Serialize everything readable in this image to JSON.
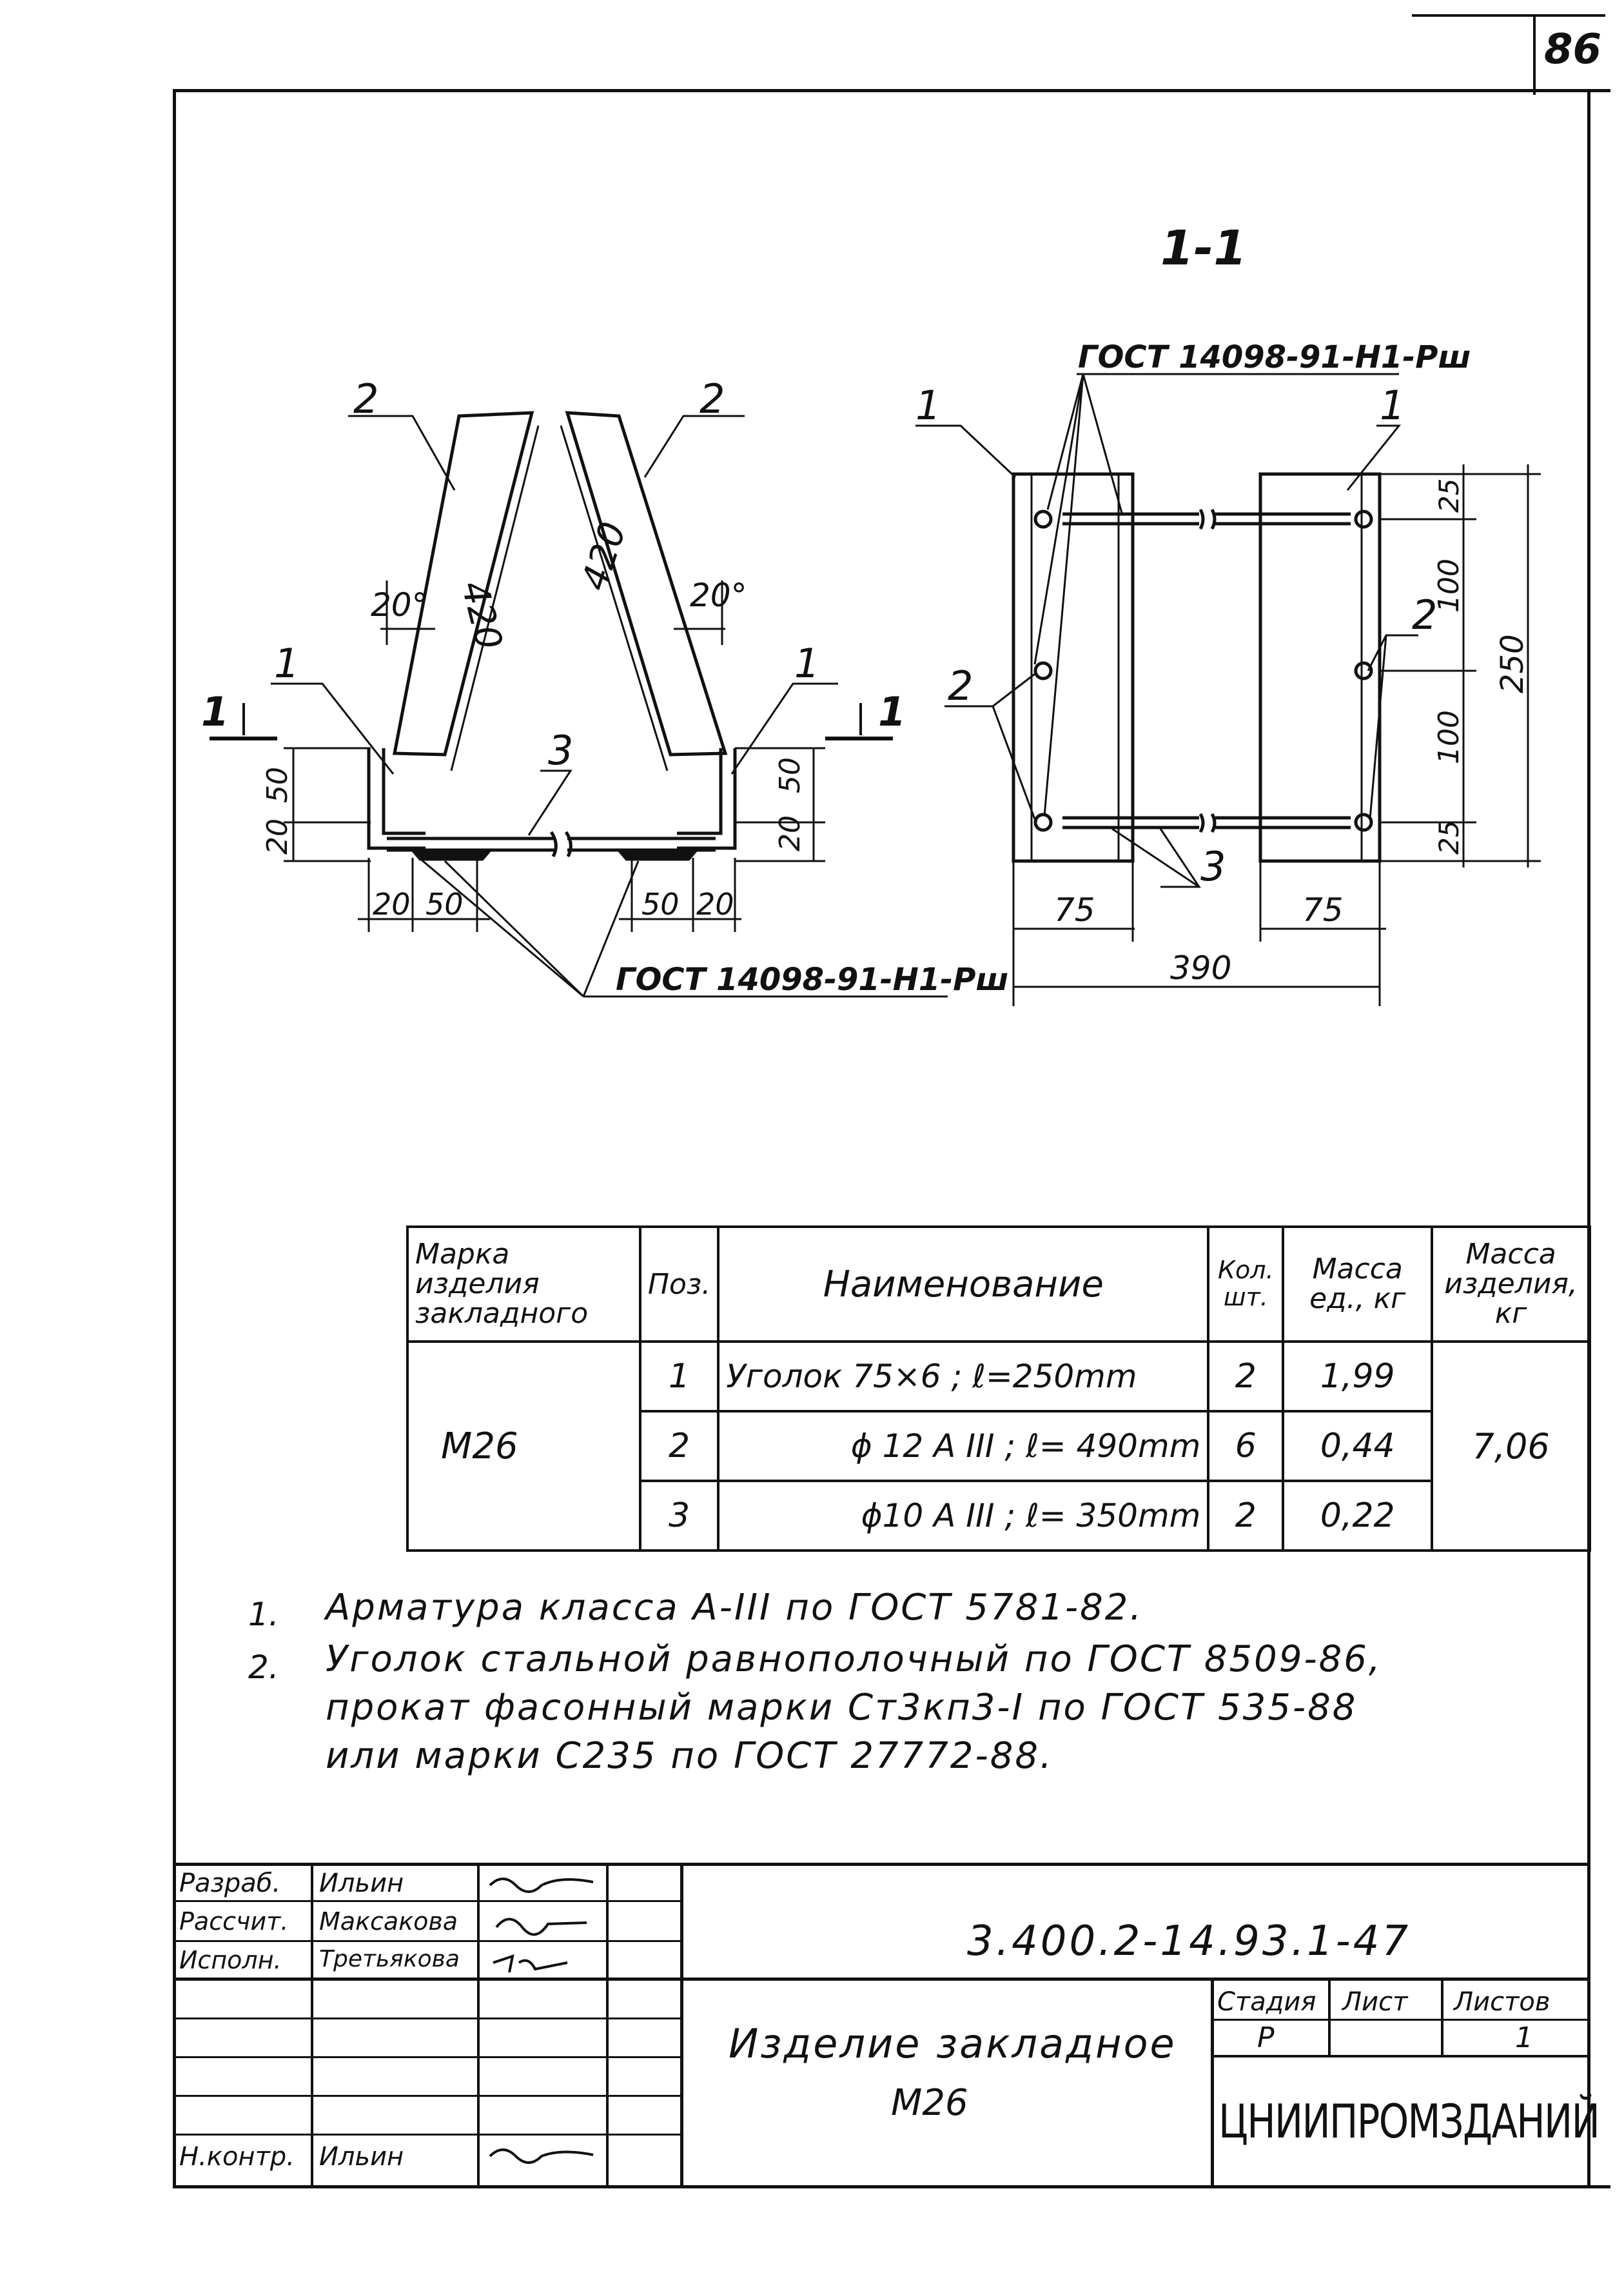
{
  "sheet": {
    "page_number": "86",
    "section_label": "1-1"
  },
  "drawing": {
    "left_view": {
      "pos_2_left": "2",
      "pos_2_right": "2",
      "pos_1_left": "1",
      "pos_1_right": "1",
      "pos_3": "3",
      "angle_left": "20°",
      "angle_right": "20°",
      "len_left": "420",
      "len_right": "420",
      "dim_50_left": "50",
      "dim_20_left": "20",
      "dim_50_right": "50",
      "dim_20_right": "20",
      "bottom_20_left": "20",
      "bottom_50_left": "50",
      "bottom_50_right": "50",
      "bottom_20_right": "20",
      "section_mark_left": "1",
      "section_mark_right": "1",
      "gost_label": "ГОСТ 14098-91-Н1-Рш"
    },
    "right_view": {
      "gost_label": "ГОСТ 14098-91-Н1-Рш",
      "pos_1_left": "1",
      "pos_1_right": "1",
      "pos_2_left": "2",
      "pos_2_right": "2",
      "pos_3": "3",
      "dim_25_top": "25",
      "dim_100_a": "100",
      "dim_100_b": "100",
      "dim_25_bottom": "25",
      "dim_250": "250",
      "dim_75_left": "75",
      "dim_75_right": "75",
      "dim_390": "390"
    }
  },
  "spec_table": {
    "headers": {
      "mark": "Марка изделия закладного",
      "pos": "Поз.",
      "name": "Наименование",
      "qty": "Кол. шт.",
      "mass_unit": "Масса ед., кг",
      "mass_item": "Масса изделия, кг"
    },
    "mark": "М26",
    "total_mass": "7,06",
    "rows": [
      {
        "pos": "1",
        "name": "Уголок 75×6 ; ℓ=250mm",
        "qty": "2",
        "mass": "1,99"
      },
      {
        "pos": "2",
        "name": "ϕ 12 А III ; ℓ= 490mm",
        "qty": "6",
        "mass": "0,44"
      },
      {
        "pos": "3",
        "name": "ϕ10 А III ; ℓ= 350mm",
        "qty": "2",
        "mass": "0,22"
      }
    ]
  },
  "notes": [
    {
      "num": "1.",
      "lines": [
        "Арматура класса А-III по ГОСТ 5781-82."
      ]
    },
    {
      "num": "2.",
      "lines": [
        "Уголок стальной равнополочный по ГОСТ 8509-86,",
        "прокат фасонный марки Ст3кп3-I по ГОСТ 535-88",
        "или марки С235 по ГОСТ 27772-88."
      ]
    }
  ],
  "title_block": {
    "roles": [
      {
        "role": "Разраб.",
        "name": "Ильин"
      },
      {
        "role": "Рассчит.",
        "name": "Максакова"
      },
      {
        "role": "Исполн.",
        "name": "Третьякова"
      },
      {
        "role": "",
        "name": ""
      },
      {
        "role": "",
        "name": ""
      },
      {
        "role": "",
        "name": ""
      },
      {
        "role": "Н.контр.",
        "name": "Ильин"
      }
    ],
    "doc_code": "3.400.2-14.93.1-47",
    "title_line1": "Изделие закладное",
    "title_line2": "М26",
    "stage_header": "Стадия",
    "sheet_header": "Лист",
    "sheets_header": "Листов",
    "stage": "Р",
    "sheet": "",
    "sheets": "1",
    "organization": "ЦНИИПРОМЗДАНИЙ"
  }
}
